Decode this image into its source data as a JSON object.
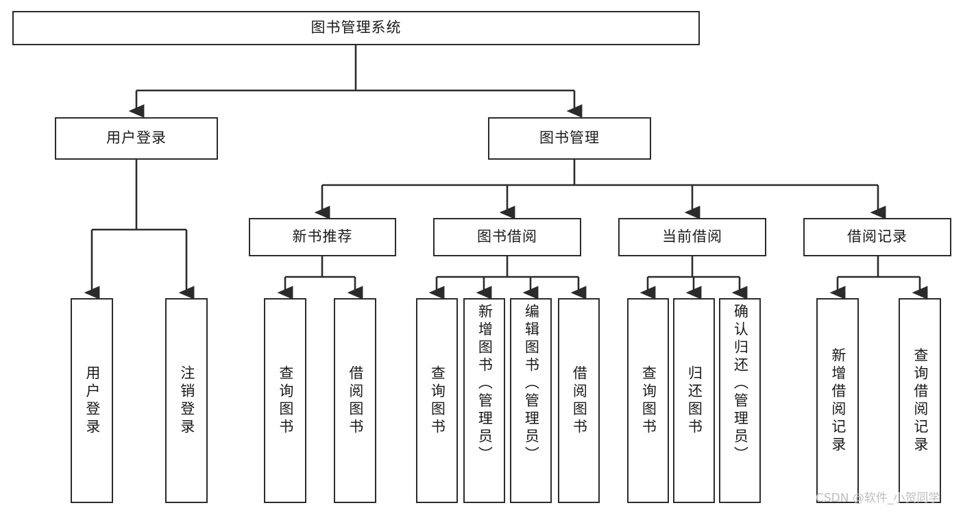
{
  "diagram": {
    "title": "图书管理系统",
    "type": "hierarchy-tree",
    "root": {
      "id": "root",
      "label": "图书管理系统",
      "orientation": "horizontal"
    },
    "level2": [
      {
        "id": "user-login",
        "label": "用户登录",
        "orientation": "horizontal"
      },
      {
        "id": "book-management",
        "label": "图书管理",
        "orientation": "horizontal"
      }
    ],
    "level3": [
      {
        "id": "new-book-recommend",
        "label": "新书推荐",
        "parent": "book-management",
        "orientation": "horizontal"
      },
      {
        "id": "book-borrow",
        "label": "图书借阅",
        "parent": "book-management",
        "orientation": "horizontal"
      },
      {
        "id": "current-borrow",
        "label": "当前借阅",
        "parent": "book-management",
        "orientation": "horizontal"
      },
      {
        "id": "borrow-record",
        "label": "借阅记录",
        "parent": "book-management",
        "orientation": "horizontal"
      }
    ],
    "leaves": [
      {
        "id": "leaf-user-login",
        "label": "用户登录",
        "parent": "user-login",
        "orientation": "vertical",
        "align": "centered"
      },
      {
        "id": "leaf-user-logout",
        "label": "注销登录",
        "parent": "user-login",
        "orientation": "vertical",
        "align": "centered"
      },
      {
        "id": "leaf-query-book-1",
        "label": "查询图书",
        "parent": "new-book-recommend",
        "orientation": "vertical",
        "align": "centered"
      },
      {
        "id": "leaf-borrow-book-1",
        "label": "借阅图书",
        "parent": "new-book-recommend",
        "orientation": "vertical",
        "align": "centered"
      },
      {
        "id": "leaf-query-book-2",
        "label": "查询图书",
        "parent": "book-borrow",
        "orientation": "vertical",
        "align": "centered"
      },
      {
        "id": "leaf-add-book",
        "label": "新增图书（管理员）",
        "parent": "book-borrow",
        "orientation": "vertical",
        "align": "top"
      },
      {
        "id": "leaf-edit-book",
        "label": "编辑图书（管理员）",
        "parent": "book-borrow",
        "orientation": "vertical",
        "align": "top"
      },
      {
        "id": "leaf-borrow-book-2",
        "label": "借阅图书",
        "parent": "book-borrow",
        "orientation": "vertical",
        "align": "centered"
      },
      {
        "id": "leaf-query-book-3",
        "label": "查询图书",
        "parent": "current-borrow",
        "orientation": "vertical",
        "align": "centered"
      },
      {
        "id": "leaf-return-book",
        "label": "归还图书",
        "parent": "current-borrow",
        "orientation": "vertical",
        "align": "centered"
      },
      {
        "id": "leaf-confirm-return",
        "label": "确认归还（管理员）",
        "parent": "current-borrow",
        "orientation": "vertical",
        "align": "top"
      },
      {
        "id": "leaf-add-record",
        "label": "新增借阅记录",
        "parent": "borrow-record",
        "orientation": "vertical",
        "align": "centered"
      },
      {
        "id": "leaf-query-record",
        "label": "查询借阅记录",
        "parent": "borrow-record",
        "orientation": "vertical",
        "align": "centered"
      }
    ],
    "colors": {
      "stroke": "#2b2b2b",
      "fill": "#ffffff",
      "text": "#1a1a1a",
      "watermark": "#bdbdbd"
    }
  },
  "watermark": {
    "text": "CSDN @软件_小贺同学"
  }
}
